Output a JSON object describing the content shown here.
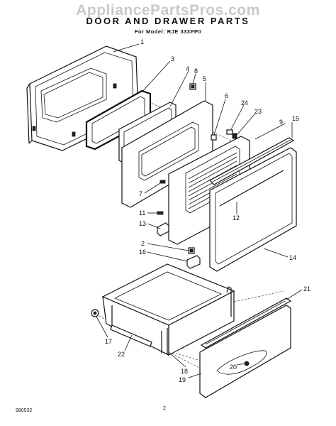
{
  "watermark": "AppliancePartsPros.com",
  "title": "DOOR AND DRAWER PARTS",
  "model_line": "For Model: RJE 333PP0",
  "footer": {
    "code": "980532",
    "page": "2"
  },
  "callouts": [
    "1",
    "3",
    "4",
    "8",
    "5",
    "6",
    "24",
    "23",
    "9",
    "15",
    "7",
    "12",
    "11",
    "13",
    "2",
    "16",
    "14",
    "21",
    "17",
    "22",
    "18",
    "19",
    "20"
  ]
}
